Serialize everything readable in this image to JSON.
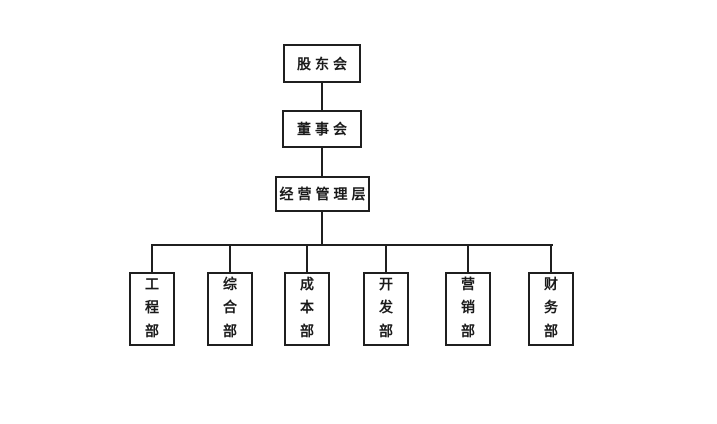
{
  "org_chart": {
    "chain": [
      {
        "id": "shareholders",
        "label": "股东会"
      },
      {
        "id": "board",
        "label": "董事会"
      },
      {
        "id": "management",
        "label": "经营管理层"
      }
    ],
    "departments": [
      {
        "id": "engineering",
        "label": "工程部"
      },
      {
        "id": "general-affairs",
        "label": "综合部"
      },
      {
        "id": "cost",
        "label": "成本部"
      },
      {
        "id": "development",
        "label": "开发部"
      },
      {
        "id": "marketing",
        "label": "营销部"
      },
      {
        "id": "finance",
        "label": "财务部"
      }
    ],
    "colors": {
      "background": "#ffffff",
      "line": "#1f1f1f",
      "text": "#1a1a1a"
    }
  }
}
